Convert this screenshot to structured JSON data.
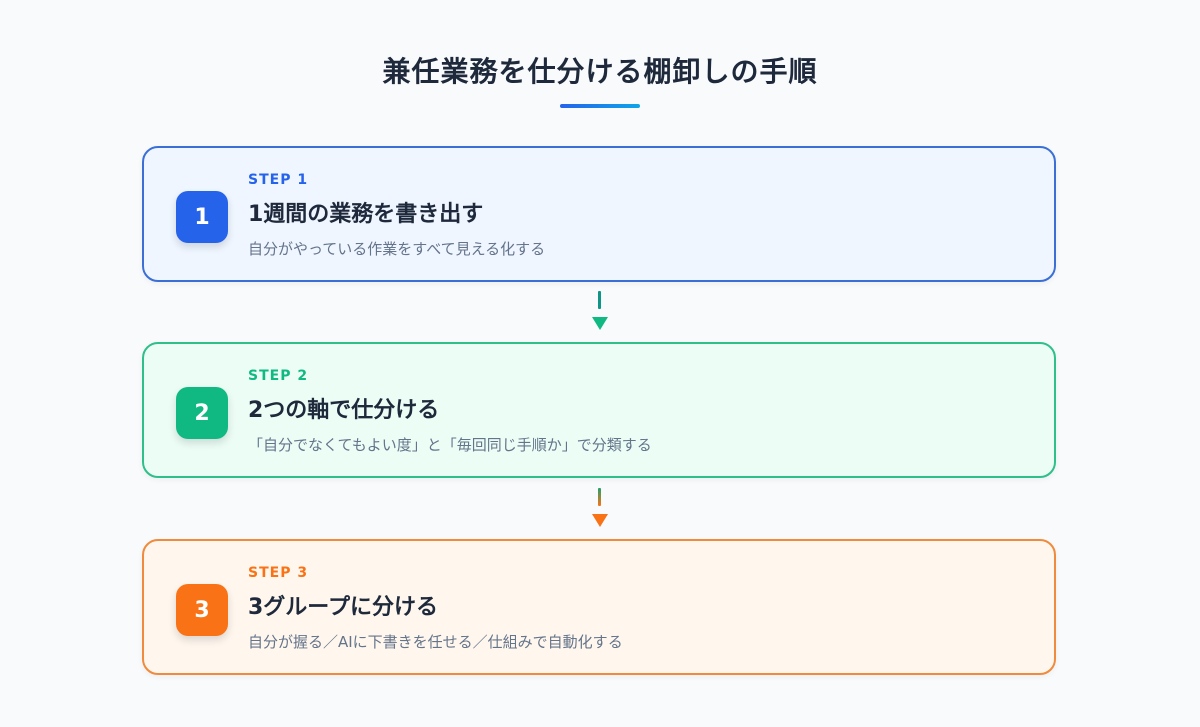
{
  "title": "兼任業務を仕分ける棚卸しの手順",
  "colors": {
    "step1_accent": "#2563eb",
    "step2_accent": "#10b981",
    "step3_accent": "#f97316",
    "title_text": "#1e293b",
    "description_text": "#64748b"
  },
  "steps": [
    {
      "number": "1",
      "label": "STEP 1",
      "heading": "1週間の業務を書き出す",
      "description": "自分がやっている作業をすべて見える化する"
    },
    {
      "number": "2",
      "label": "STEP 2",
      "heading": "2つの軸で仕分ける",
      "description": "「自分でなくてもよい度」と「毎回同じ手順か」で分類する"
    },
    {
      "number": "3",
      "label": "STEP 3",
      "heading": "3グループに分ける",
      "description": "自分が握る／AIに下書きを任せる／仕組みで自動化する"
    }
  ],
  "connectors": [
    {
      "icon": "arrow-down-icon"
    },
    {
      "icon": "arrow-down-icon"
    }
  ]
}
